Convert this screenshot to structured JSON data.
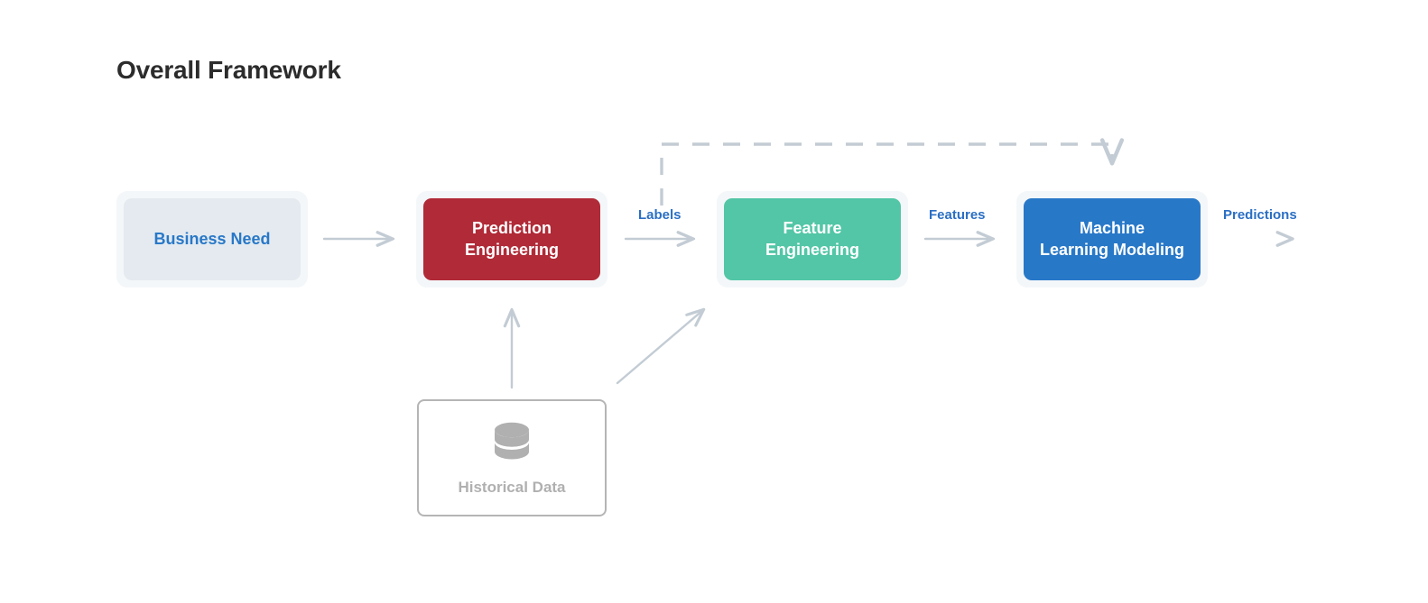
{
  "page": {
    "title": "Overall Framework",
    "background_color": "#ffffff",
    "title_color": "#2c2c2c"
  },
  "diagram": {
    "type": "flow-diagram",
    "stages": [
      {
        "id": "business-need",
        "label": "Business Need",
        "fill_color": "#e4eaef",
        "text_color": "#2878c8",
        "wrapper_color": "#f4f7f9"
      },
      {
        "id": "prediction-engineering",
        "label": "Prediction Engineering",
        "line1": "Prediction",
        "line2": "Engineering",
        "fill_color": "#b02a37",
        "text_color": "#ffffff",
        "wrapper_color": "#f4f7f9"
      },
      {
        "id": "feature-engineering",
        "label": "Feature Engineering",
        "line1": "Feature",
        "line2": "Engineering",
        "fill_color": "#52c6a6",
        "text_color": "#ffffff",
        "wrapper_color": "#f4f7f9"
      },
      {
        "id": "machine-learning-modeling",
        "label": "Machine Learning Modeling",
        "line1": "Machine",
        "line2": "Learning Modeling",
        "fill_color": "#2878c8",
        "text_color": "#ffffff",
        "wrapper_color": "#f4f7f9"
      }
    ],
    "edge_labels": [
      {
        "id": "labels",
        "text": "Labels",
        "color": "#2b6fc4"
      },
      {
        "id": "features",
        "text": "Features",
        "color": "#2b6fc4"
      },
      {
        "id": "predictions",
        "text": "Predictions",
        "color": "#2b6fc4"
      }
    ],
    "connector_color": "#c3ccd4",
    "feedback_edge": {
      "style": "dashed",
      "color": "#c3ccd4",
      "from": "machine-learning-modeling",
      "to": "prediction-engineering"
    },
    "data_source": {
      "id": "historical-data",
      "label": "Historical Data",
      "icon": "database-icon",
      "icon_color": "#b0b0b0",
      "text_color": "#b0b0b0",
      "border_color": "#b5b5b5",
      "feeds": [
        "prediction-engineering",
        "feature-engineering"
      ]
    }
  }
}
